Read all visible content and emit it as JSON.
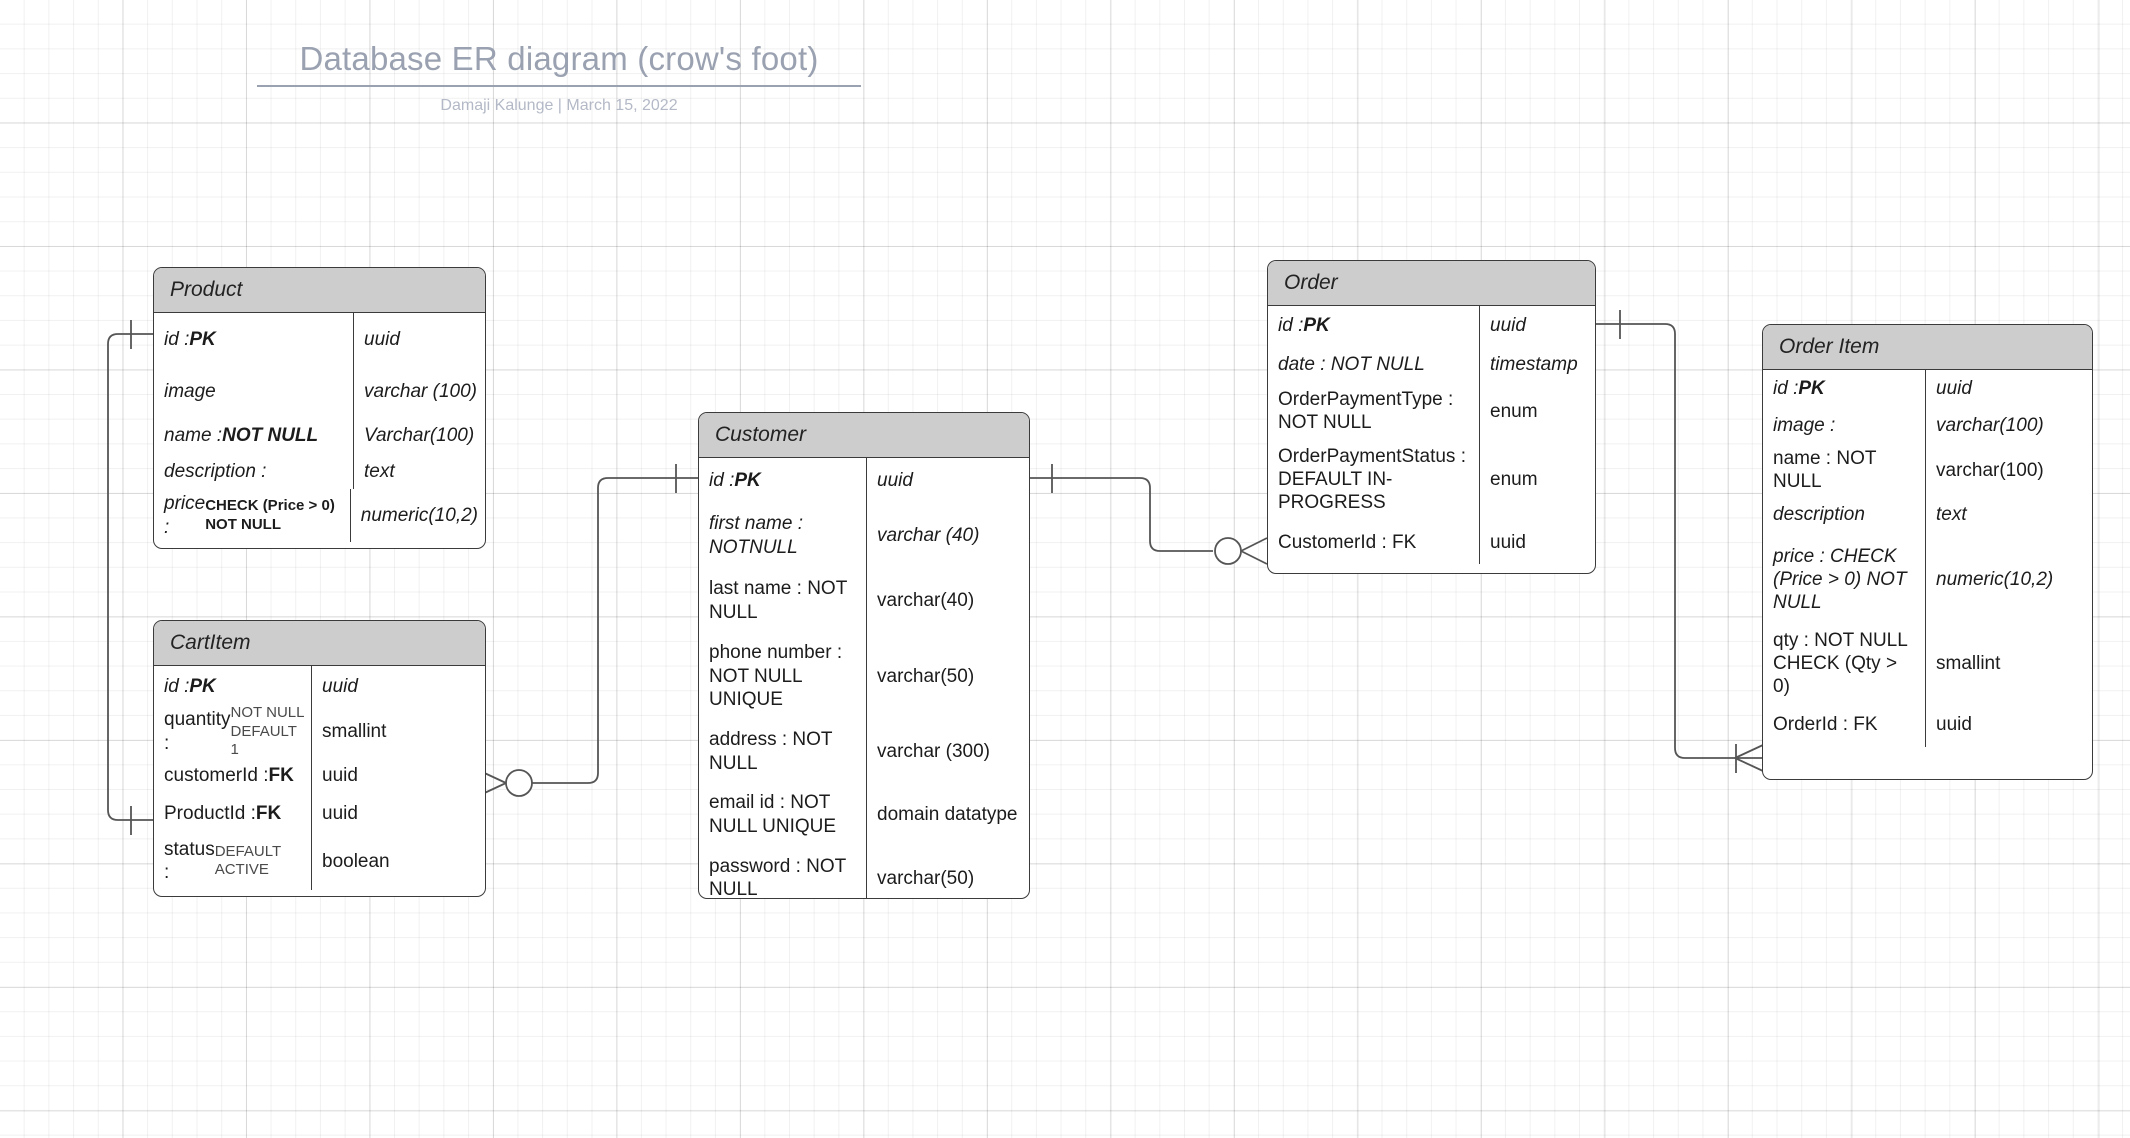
{
  "document": {
    "title": "Database ER diagram (crow's foot)",
    "byline": "Damaji Kalunge  |  March 15, 2022",
    "notation": "crow's foot",
    "background": "graph-paper-grid",
    "colors": {
      "title_text": "#9aa1b0",
      "byline_text": "#b3b9c6",
      "entity_header_fill": "#cdcdcd",
      "entity_border": "#3b3b3b",
      "entity_body_fill": "#ffffff",
      "connector_stroke": "#555555",
      "page_background": "#ffffff"
    }
  },
  "entities": {
    "product": {
      "name": "Product",
      "attributes": [
        {
          "name": "id  : ",
          "constraint": "PK",
          "type": "uuid"
        },
        {
          "name": "image",
          "constraint": "",
          "type": "varchar (100)"
        },
        {
          "name": "name : ",
          "constraint": "NOT NULL",
          "type": "Varchar(100)"
        },
        {
          "name": "description :",
          "constraint": "",
          "type": "text"
        },
        {
          "name": "price : ",
          "constraint": "CHECK (Price > 0) NOT NULL",
          "type": "numeric(10,2)"
        }
      ]
    },
    "cartitem": {
      "name": "CartItem",
      "attributes": [
        {
          "name": "id : ",
          "constraint": "PK",
          "type": "uuid"
        },
        {
          "name": "quantity : ",
          "constraint": "NOT NULL DEFAULT 1",
          "type": "smallint"
        },
        {
          "name": "customerId : ",
          "constraint": "FK",
          "type": "uuid"
        },
        {
          "name": "ProductId : ",
          "constraint": "FK",
          "type": "uuid"
        },
        {
          "name": "status : ",
          "constraint": "DEFAULT ACTIVE",
          "type": "boolean"
        }
      ]
    },
    "customer": {
      "name": "Customer",
      "attributes": [
        {
          "name": "id  : ",
          "constraint": "PK",
          "type": "uuid"
        },
        {
          "name": "first name : NOTNULL",
          "constraint": "",
          "type": "varchar (40)"
        },
        {
          "name": "last name : NOT NULL",
          "constraint": "",
          "type": "varchar(40)"
        },
        {
          "name": "phone number : NOT NULL UNIQUE",
          "constraint": "",
          "type": "varchar(50)"
        },
        {
          "name": "address : NOT NULL",
          "constraint": "",
          "type": "varchar (300)"
        },
        {
          "name": "email id : NOT NULL UNIQUE",
          "constraint": "",
          "type": "domain datatype"
        },
        {
          "name": "password : NOT NULL",
          "constraint": "",
          "type": "varchar(50)"
        }
      ]
    },
    "order": {
      "name": "Order",
      "attributes": [
        {
          "name": "id : ",
          "constraint": "PK",
          "type": "uuid"
        },
        {
          "name": "date : NOT NULL",
          "constraint": "",
          "type": "timestamp"
        },
        {
          "name": "OrderPaymentType : NOT NULL",
          "constraint": "",
          "type": "enum"
        },
        {
          "name": "OrderPaymentStatus : DEFAULT IN-PROGRESS",
          "constraint": "",
          "type": "enum"
        },
        {
          "name": "CustomerId : FK",
          "constraint": "",
          "type": "uuid"
        }
      ]
    },
    "orderitem": {
      "name": "Order Item",
      "attributes": [
        {
          "name": "id : ",
          "constraint": "PK",
          "type": "uuid"
        },
        {
          "name": "image :",
          "constraint": "",
          "type": "varchar(100)"
        },
        {
          "name": "name : NOT NULL",
          "constraint": "",
          "type": "varchar(100)"
        },
        {
          "name": "description",
          "constraint": "",
          "type": "text"
        },
        {
          "name": "price : CHECK (Price > 0) NOT NULL",
          "constraint": "",
          "type": "numeric(10,2)"
        },
        {
          "name": "qty : NOT NULL CHECK (Qty > 0)",
          "constraint": "",
          "type": "smallint"
        },
        {
          "name": "OrderId : FK",
          "constraint": "",
          "type": "uuid"
        }
      ]
    }
  },
  "relationships": [
    {
      "from": "Product.id",
      "to": "CartItem.ProductId",
      "from_cardinality": "one",
      "to_cardinality": "one"
    },
    {
      "from": "CartItem",
      "to": "Customer.id",
      "from_cardinality": "zero-or-many",
      "to_cardinality": "one"
    },
    {
      "from": "Customer.id",
      "to": "Order.CustomerId",
      "from_cardinality": "one",
      "to_cardinality": "zero-or-many"
    },
    {
      "from": "Order.id",
      "to": "OrderItem.OrderId",
      "from_cardinality": "one",
      "to_cardinality": "one-or-many"
    }
  ]
}
